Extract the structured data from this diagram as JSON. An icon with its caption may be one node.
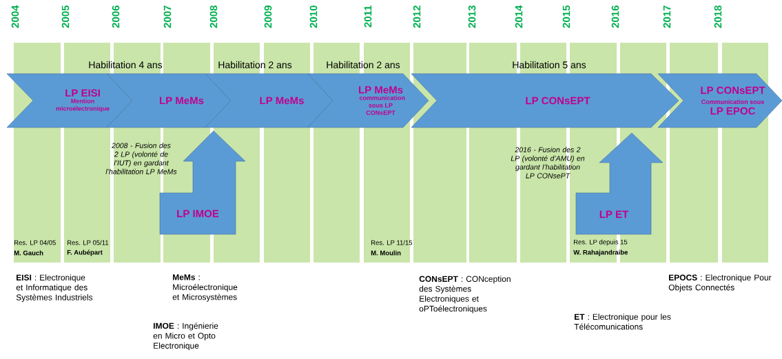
{
  "diagram": {
    "nodes": [
      {
        "text": [
          "LP EISI",
          "Mention microélectronique"
        ]
      },
      {
        "text": [
          "LP MeMs"
        ]
      },
      {
        "text": [
          "LP MeMs"
        ]
      },
      {
        "text": [
          "LP MeMs",
          "communication sous LP CONsEPT"
        ]
      },
      {
        "text": [
          "LP CONsEPT"
        ]
      },
      {
        "text": [
          "LP CONsEPT",
          "Communication sous",
          "LP EPOC"
        ]
      },
      {
        "text": [
          "LP IMOE"
        ]
      },
      {
        "text": [
          "LP ET"
        ]
      }
    ],
    "labels": [
      "2004",
      "2005",
      "2006",
      "2007",
      "2008",
      "2009",
      "2010",
      "2011",
      "2012",
      "2013",
      "2014",
      "2015",
      "2016",
      "2017",
      "2018",
      "Habilitation 4 ans",
      "Habilitation 2 ans",
      "Habilitation 2 ans",
      "Habilitation 5 ans",
      "2008 - Fusion des 2 LP (volonté de l’IUT) en gardant l’habilitation LP MeMs",
      "2016 - Fusion des 2 LP (volonté d’AMU) en gardant l’habilitation LP CONsePT",
      "Res. LP 04/05",
      "M. Gauch",
      "Res. LP 05/11",
      "F. Aubépart",
      "Res. LP 11/15",
      "M. Moulin",
      "Res. LP depuis 15",
      "W. Rahajandraibe",
      "**EISI** : Electronique et Informatique des Systèmes Industriels",
      "**MeMs** : Microélectronique et Microsystèmes",
      "**IMOE** : Ingénierie en Micro et Opto Electronique",
      "**CONsEPT** : CONception des Systèmes Electroniques et oPToélectroniques",
      "**ET** : Electronique pour les Télécomunications",
      "**EPOCS** : Electronique Pour Objets Connectés"
    ]
  }
}
